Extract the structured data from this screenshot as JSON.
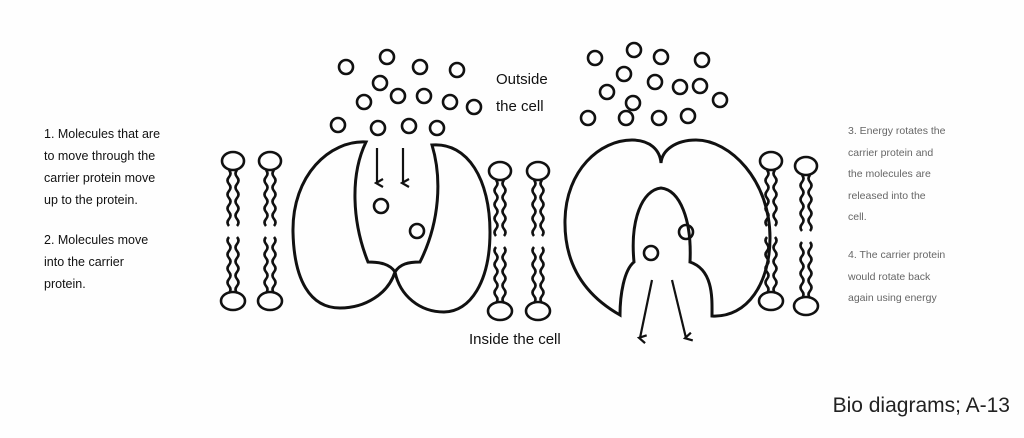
{
  "caption": {
    "outside_line1": "Outside",
    "outside_line2": "the cell",
    "inside": "Inside the cell"
  },
  "notes_left": {
    "step1": [
      "1. Molecules that are",
      "to move through the",
      "carrier protein move",
      "up to the protein."
    ],
    "step2": [
      "2. Molecules move",
      "into the carrier",
      "protein."
    ]
  },
  "notes_right": {
    "step3": [
      "3. Energy rotates the",
      "carrier protein and",
      "the molecules are",
      "released into the",
      "cell."
    ],
    "step4": [
      "4. The carrier protein",
      "would rotate back",
      "again using energy"
    ]
  },
  "footer": "Bio diagrams; A-13",
  "colors": {
    "ink": "#111111",
    "faint_text": "#666666",
    "paper": "#fefefe"
  }
}
